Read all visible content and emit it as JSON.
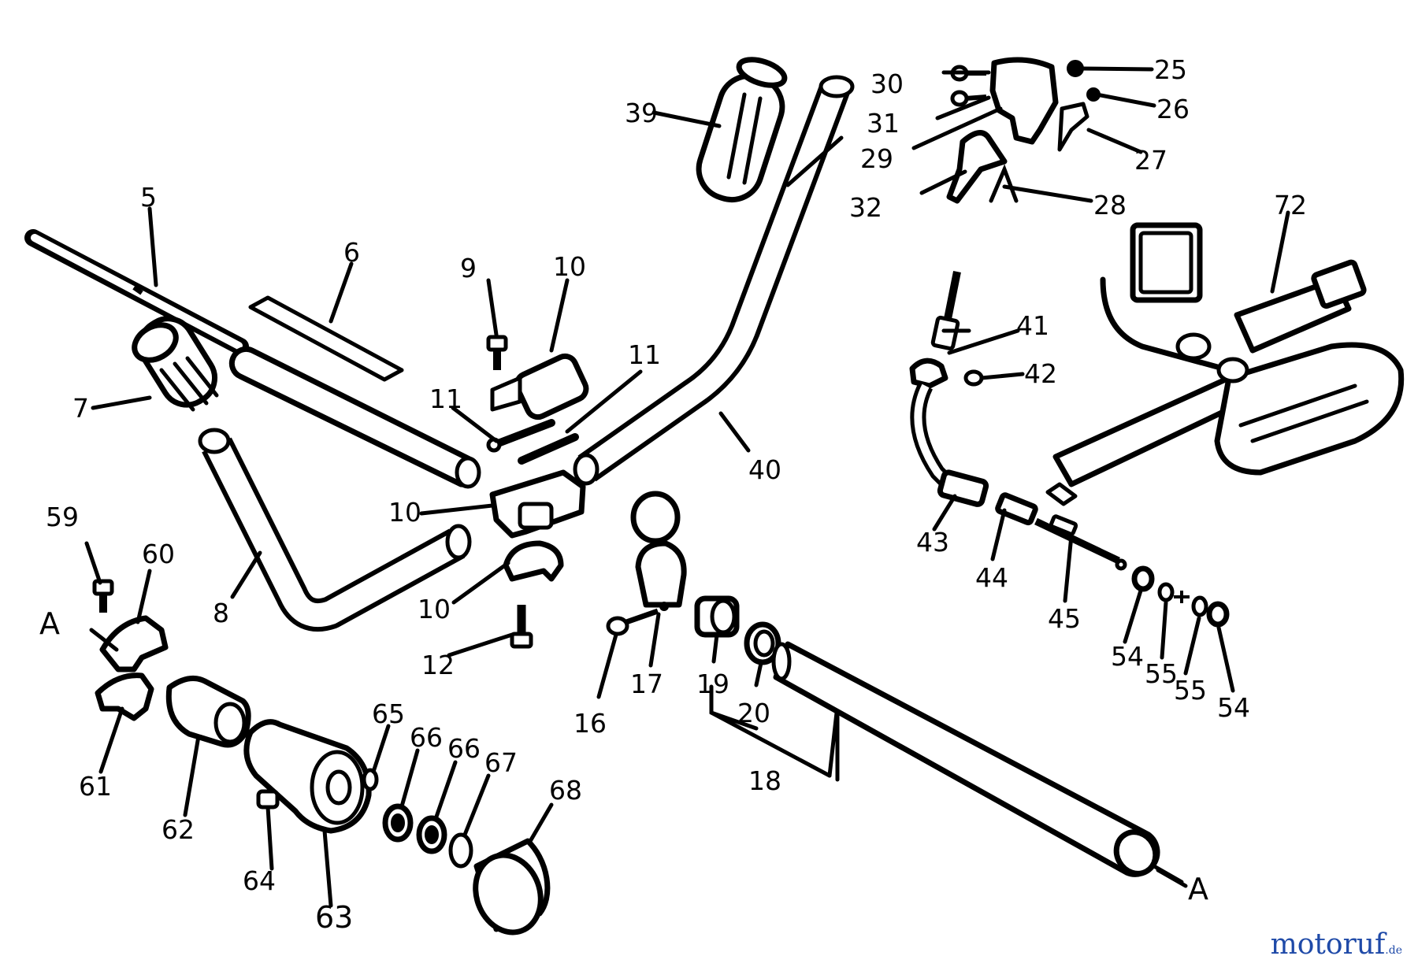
{
  "diagram": {
    "callouts": {
      "c5": "5",
      "c6": "6",
      "c7": "7",
      "c8": "8",
      "c9": "9",
      "c10a": "10",
      "c10b": "10",
      "c10c": "10",
      "c11a": "11",
      "c11b": "11",
      "c12": "12",
      "c16": "16",
      "c17": "17",
      "c18": "18",
      "c19": "19",
      "c20": "20",
      "c25": "25",
      "c26": "26",
      "c27": "27",
      "c28": "28",
      "c29": "29",
      "c30": "30",
      "c31": "31",
      "c32": "32",
      "c39": "39",
      "c40": "40",
      "c41": "41",
      "c42": "42",
      "c43": "43",
      "c44": "44",
      "c45": "45",
      "c54a": "54",
      "c54b": "54",
      "c55a": "55",
      "c55b": "55",
      "c59": "59",
      "c60": "60",
      "c61": "61",
      "c62": "62",
      "c63": "63",
      "c64": "64",
      "c65": "65",
      "c66a": "66",
      "c66b": "66",
      "c67": "67",
      "c68": "68",
      "c72": "72",
      "refA1": "A",
      "refA2": "A"
    }
  },
  "watermark": {
    "brand_main": "motoruf",
    "brand_accent": "·",
    "tld": ".de"
  },
  "colors": {
    "line": "#000000",
    "background": "#ffffff",
    "watermark_blue": "#1f4aa8",
    "watermark_orange": "#e08a1a"
  }
}
